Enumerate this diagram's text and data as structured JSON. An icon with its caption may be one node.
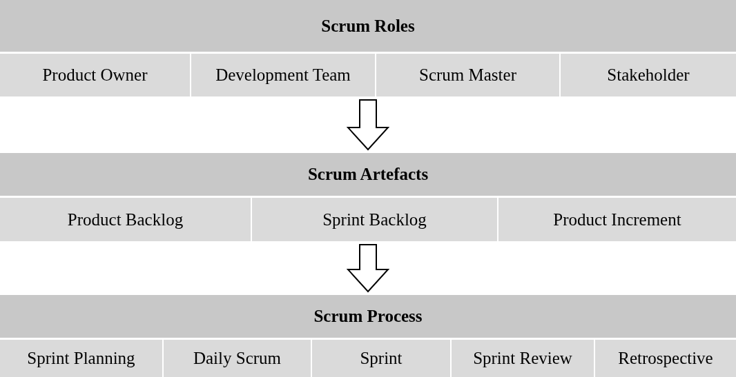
{
  "diagram": {
    "nodes": [
      {
        "text": [
          "Scrum Roles"
        ]
      },
      {
        "text": [
          "Product Owner"
        ],
        "in": 0
      },
      {
        "text": [
          "Development Team"
        ],
        "in": 0
      },
      {
        "text": [
          "Scrum Master"
        ],
        "in": 0
      },
      {
        "text": [
          "Stakeholder"
        ],
        "in": 0
      },
      {
        "text": [
          "Scrum Artefacts"
        ]
      },
      {
        "text": [
          "Product Backlog"
        ],
        "in": 5
      },
      {
        "text": [
          "Sprint Backlog"
        ],
        "in": 5
      },
      {
        "text": [
          "Product Increment"
        ],
        "in": 5
      },
      {
        "text": [
          "Scrum Process"
        ]
      },
      {
        "text": [
          "Sprint Planning"
        ],
        "in": 9
      },
      {
        "text": [
          "Daily Scrum"
        ],
        "in": 9
      },
      {
        "text": [
          "Sprint"
        ],
        "in": 9
      },
      {
        "text": [
          "Sprint Review"
        ],
        "in": 9
      },
      {
        "text": [
          "Retrospective"
        ],
        "in": 9
      }
    ],
    "edges": [
      {
        "from": 0,
        "to": 5,
        "arrow": "to"
      },
      {
        "from": 5,
        "to": 9,
        "arrow": "to"
      }
    ]
  }
}
